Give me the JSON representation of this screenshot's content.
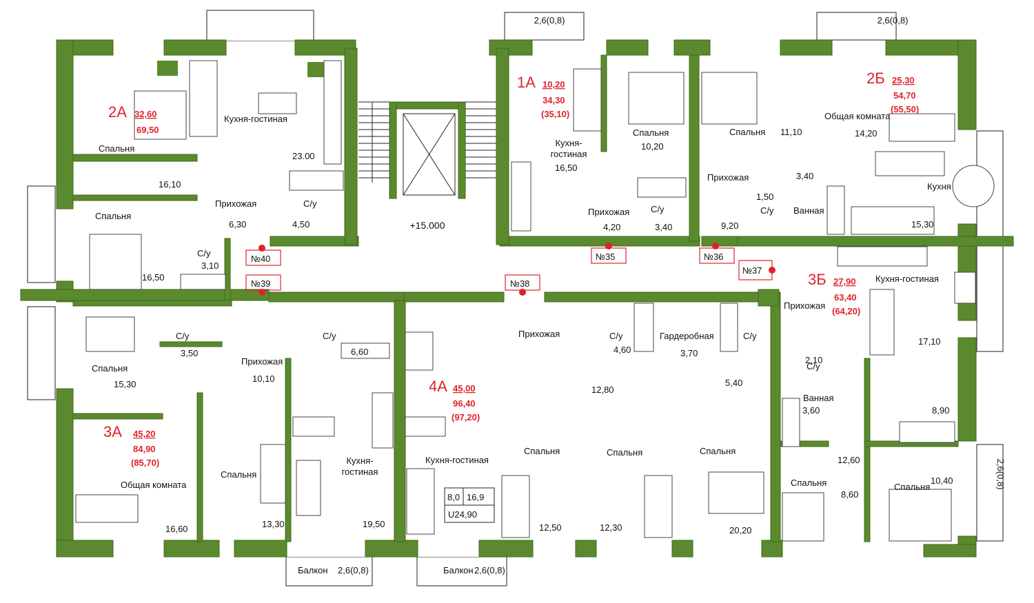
{
  "colors": {
    "wall": "#5b8a2e",
    "wall_dark": "#3e6a1a",
    "accent": "#e0212b",
    "furniture": "#555555"
  },
  "level_mark": "+15.000",
  "balcony_dims": [
    "2,6(0,8)",
    "2,6(0,8)",
    "2,6(0,8)",
    "2,6(0,8)",
    "2,6(0,8)"
  ],
  "balcony_label": "Балкон",
  "doors": [
    "№40",
    "№39",
    "№38",
    "№35",
    "№36",
    "№37"
  ],
  "apartments": [
    {
      "code": "2А",
      "living": "32,60",
      "total": "69,50",
      "total_b": ""
    },
    {
      "code": "1А",
      "living": "10,20",
      "total": "34,30",
      "total_b": "(35,10)"
    },
    {
      "code": "2Б",
      "living": "25,30",
      "total": "54,70",
      "total_b": "(55,50)"
    },
    {
      "code": "3Б",
      "living": "27,90",
      "total": "63,40",
      "total_b": "(64,20)"
    },
    {
      "code": "4А",
      "living": "45,00",
      "total": "96,40",
      "total_b": "(97,20)"
    },
    {
      "code": "3А",
      "living": "45,20",
      "total": "84,90",
      "total_b": "(85,70)"
    }
  ],
  "rooms": [
    {
      "name": "Спальня",
      "area": "16,10"
    },
    {
      "name": "Кухня-гостиная",
      "area": "23.00"
    },
    {
      "name": "Спальня",
      "area": ""
    },
    {
      "name": "Прихожая",
      "area": "6,30"
    },
    {
      "name": "С/у",
      "area": "4,50"
    },
    {
      "name": "С/у",
      "area": "3,10"
    },
    {
      "name": "",
      "area": "16,50"
    },
    {
      "name": "Кухня-\nгостиная",
      "area": "16,50"
    },
    {
      "name": "Спальня",
      "area": "10,20"
    },
    {
      "name": "Прихожая",
      "area": "4,20"
    },
    {
      "name": "С/у",
      "area": "3,40"
    },
    {
      "name": "Спальня",
      "area": "11,10"
    },
    {
      "name": "Общая комната",
      "area": "14,20"
    },
    {
      "name": "Прихожая",
      "area": "9,20"
    },
    {
      "name": "С/у",
      "area": "1,50"
    },
    {
      "name": "Ванная",
      "area": "3,40"
    },
    {
      "name": "Кухня",
      "area": "15,30"
    },
    {
      "name": "Кухня-гостиная",
      "area": "17,10"
    },
    {
      "name": "Прихожая",
      "area": ""
    },
    {
      "name": "С/у",
      "area": "2,10"
    },
    {
      "name": "Ванная",
      "area": "3,60"
    },
    {
      "name": "",
      "area": "8,90"
    },
    {
      "name": "",
      "area": "12,60"
    },
    {
      "name": "Спальня",
      "area": "8,60"
    },
    {
      "name": "Спальня",
      "area": "10,40"
    },
    {
      "name": "С/у",
      "area": "3,50"
    },
    {
      "name": "Спальня",
      "area": "15,30"
    },
    {
      "name": "Прихожая",
      "area": "10,10"
    },
    {
      "name": "С/у",
      "area": "6,60"
    },
    {
      "name": "Общая комната",
      "area": "16,60"
    },
    {
      "name": "Спальня",
      "area": "13,30"
    },
    {
      "name": "Кухня-\nгостиная",
      "area": "19,50"
    },
    {
      "name": "Кухня-гостиная",
      "area": ""
    },
    {
      "name": "Прихожая",
      "area": "12,80"
    },
    {
      "name": "С/у",
      "area": "4,60"
    },
    {
      "name": "Гардеробная",
      "area": "3,70"
    },
    {
      "name": "С/у",
      "area": "5,40"
    },
    {
      "name": "Спальня",
      "area": "12,50"
    },
    {
      "name": "Спальня",
      "area": "12,30"
    },
    {
      "name": "Спальня",
      "area": "20,20"
    }
  ],
  "table_4a": [
    "8,0",
    "16,9",
    "U24,90"
  ]
}
